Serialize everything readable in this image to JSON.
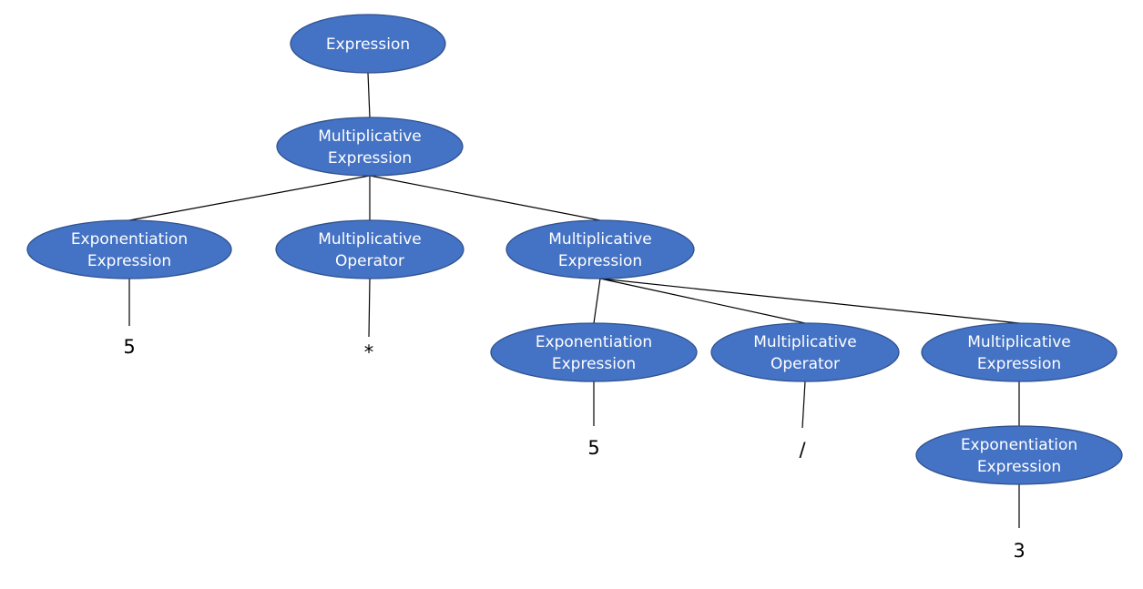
{
  "diagram": {
    "colors": {
      "node_fill": "#4472c4",
      "node_stroke": "#2f528f",
      "node_text": "#ffffff",
      "edge": "#000000",
      "leaf_text": "#000000"
    },
    "nodes": [
      {
        "id": "expression",
        "lines": [
          "Expression"
        ]
      },
      {
        "id": "mult-expr-1",
        "lines": [
          "Multiplicative",
          "Expression"
        ]
      },
      {
        "id": "exp-expr-1",
        "lines": [
          "Exponentiation",
          "Expression"
        ]
      },
      {
        "id": "mult-op-1",
        "lines": [
          "Multiplicative",
          "Operator"
        ]
      },
      {
        "id": "mult-expr-2",
        "lines": [
          "Multiplicative",
          "Expression"
        ]
      },
      {
        "id": "exp-expr-2",
        "lines": [
          "Exponentiation",
          "Expression"
        ]
      },
      {
        "id": "mult-op-2",
        "lines": [
          "Multiplicative",
          "Operator"
        ]
      },
      {
        "id": "mult-expr-3",
        "lines": [
          "Multiplicative",
          "Expression"
        ]
      },
      {
        "id": "exp-expr-3",
        "lines": [
          "Exponentiation",
          "Expression"
        ]
      }
    ],
    "leaves": [
      {
        "id": "leaf-5-a",
        "text": "5"
      },
      {
        "id": "leaf-star",
        "text": "*"
      },
      {
        "id": "leaf-5-b",
        "text": "5"
      },
      {
        "id": "leaf-slash",
        "text": "/"
      },
      {
        "id": "leaf-3",
        "text": "3"
      }
    ],
    "edges": [
      {
        "from": "expression",
        "to": "mult-expr-1"
      },
      {
        "from": "mult-expr-1",
        "to": "exp-expr-1"
      },
      {
        "from": "mult-expr-1",
        "to": "mult-op-1"
      },
      {
        "from": "mult-expr-1",
        "to": "mult-expr-2"
      },
      {
        "from": "exp-expr-1",
        "to": "leaf-5-a"
      },
      {
        "from": "mult-op-1",
        "to": "leaf-star"
      },
      {
        "from": "mult-expr-2",
        "to": "exp-expr-2"
      },
      {
        "from": "mult-expr-2",
        "to": "mult-op-2"
      },
      {
        "from": "mult-expr-2",
        "to": "mult-expr-3"
      },
      {
        "from": "exp-expr-2",
        "to": "leaf-5-b"
      },
      {
        "from": "mult-op-2",
        "to": "leaf-slash"
      },
      {
        "from": "mult-expr-3",
        "to": "exp-expr-3"
      },
      {
        "from": "exp-expr-3",
        "to": "leaf-3"
      }
    ]
  }
}
